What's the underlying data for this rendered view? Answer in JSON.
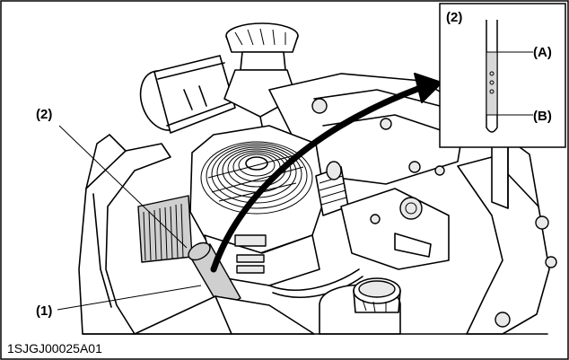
{
  "labels": {
    "part_1": "(1)",
    "part_2": "(2)",
    "inset_2": "(2)",
    "level_a": "(A)",
    "level_b": "(B)"
  },
  "figure_code": "1SJGJ00025A01"
}
